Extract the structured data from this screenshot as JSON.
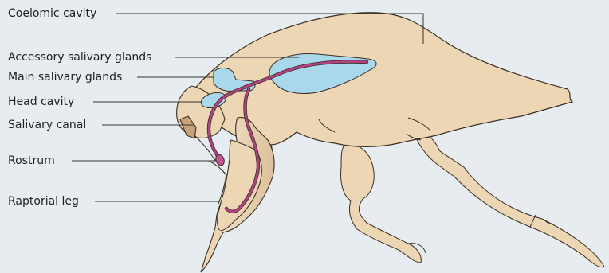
{
  "labels": {
    "coelomic_cavity": "Coelomic cavity",
    "accessory_salivary_glands": "Accessory salivary glands",
    "main_salivary_glands": "Main salivary glands",
    "head_cavity": "Head cavity",
    "salivary_canal": "Salivary canal",
    "rostrum": "Rostrum",
    "raptorial_leg": "Raptorial leg"
  },
  "colors": {
    "background": "#e6ecef",
    "body_fill": "#ecd6b4",
    "body_stroke": "#3a2e24",
    "gland_fill": "#a9d8ec",
    "canal": "#b24283",
    "leader": "#333333"
  }
}
